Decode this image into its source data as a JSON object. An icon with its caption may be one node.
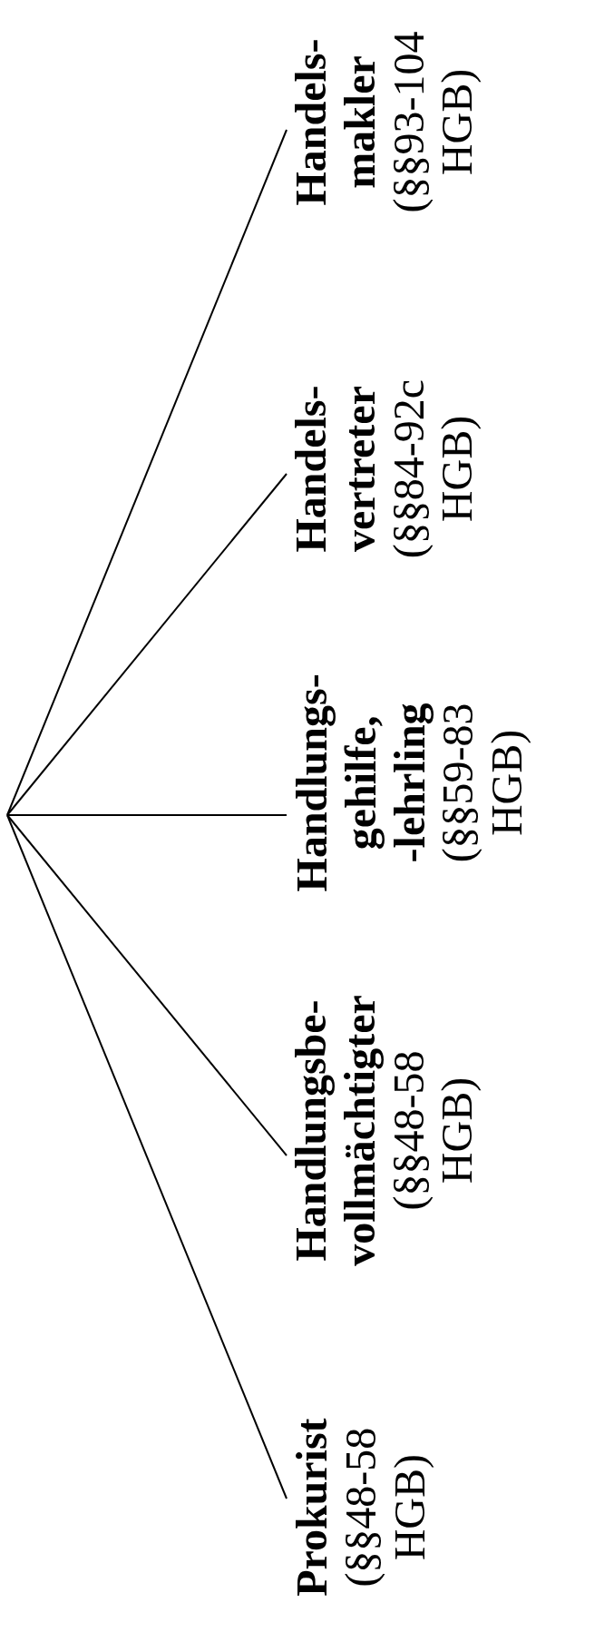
{
  "diagram": {
    "nodes": [
      {
        "text": [
          "Prokurist",
          "(§§48-58 HGB)"
        ]
      },
      {
        "text": [
          "Handlungsbe- vollmächtigter",
          "(§§48-58 HGB)"
        ]
      },
      {
        "text": [
          "Handlungs- gehilfe, -lehrling",
          "(§§59-83 HGB)"
        ]
      },
      {
        "text": [
          "Handels- vertreter",
          "(§§84-92c HGB)"
        ]
      },
      {
        "text": [
          "Handels- makler",
          "(§§93-104 HGB)"
        ]
      }
    ],
    "edges": [
      {
        "from": null,
        "to": 0,
        "arrow": "none"
      },
      {
        "from": null,
        "to": 1,
        "arrow": "none"
      },
      {
        "from": null,
        "to": 2,
        "arrow": "none"
      },
      {
        "from": null,
        "to": 3,
        "arrow": "none"
      },
      {
        "from": null,
        "to": 4,
        "arrow": "none"
      }
    ]
  }
}
